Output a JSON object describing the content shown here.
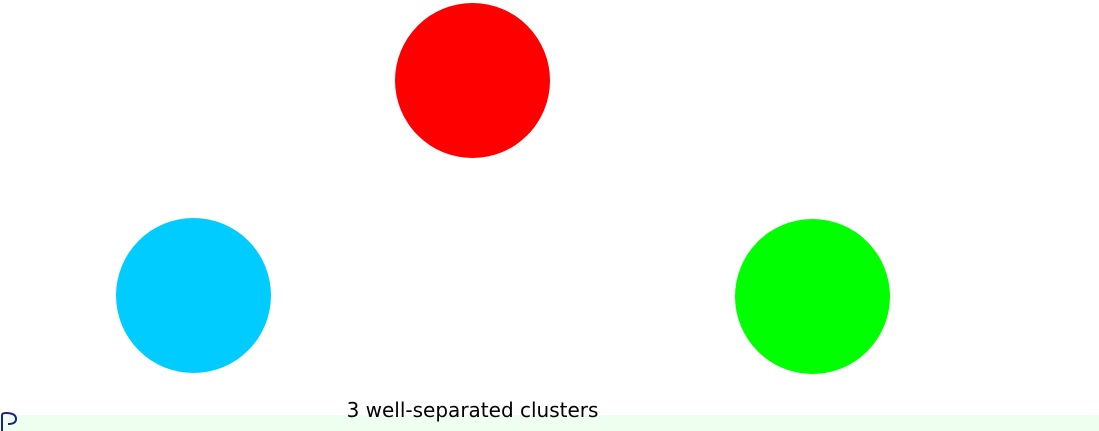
{
  "caption": "3 well-separated clusters",
  "clusters": [
    {
      "name": "top",
      "color": "#ff0000"
    },
    {
      "name": "left",
      "color": "#00ccff"
    },
    {
      "name": "right",
      "color": "#00ff00"
    }
  ],
  "colors": {
    "background": "#ffffff",
    "footer_band": "#efffef",
    "corner_glyph": "#1a237e"
  }
}
